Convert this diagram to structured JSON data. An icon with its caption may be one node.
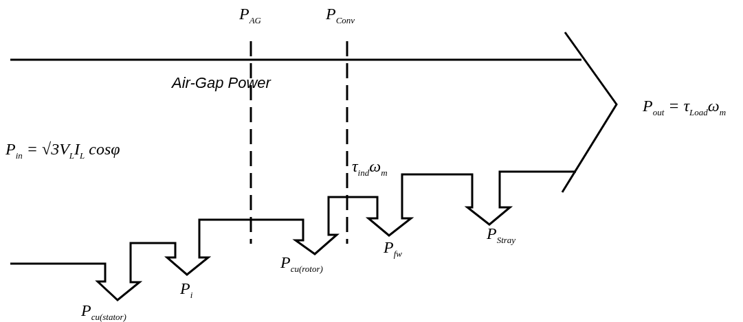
{
  "diagram": {
    "labels": [
      "P$_{AG}$",
      "P$_{Conv}$",
      "Air-Gap Power",
      "P$_{out}$ = τ$_{Load}$ω$_{m}$",
      "P$_{in}$ = √3V$_{L}$I$_{L}$ cosφ",
      "τ$_{ind}$ω$_{m}$",
      "P$_{fw}$",
      "P$_{Stray}$",
      "P$_{cu(rotor)}$",
      "P$_{i}$",
      "P$_{cu(stator)}$"
    ]
  }
}
